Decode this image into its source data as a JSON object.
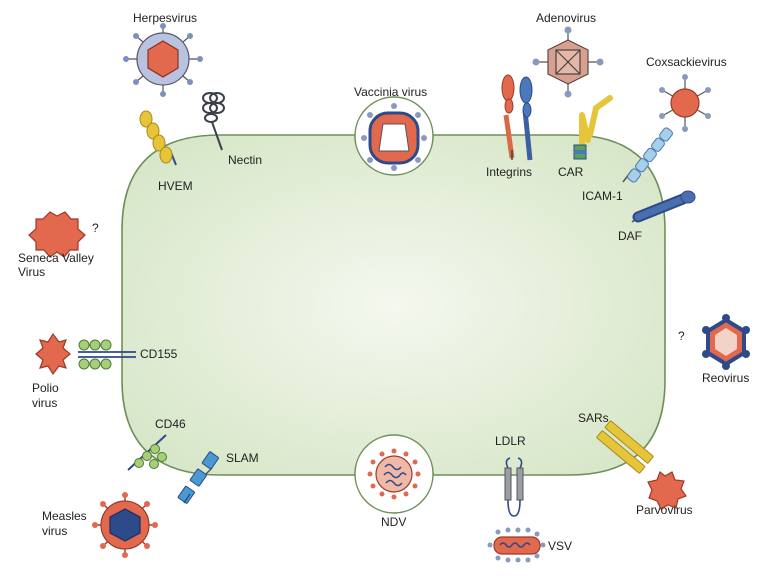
{
  "colors": {
    "cell_fill": "#e6f0dc",
    "cell_stroke": "#6f8f5a",
    "virus_red": "#e2684e",
    "virus_navy": "#2d4a8a",
    "receptor_blue": "#4a78b8",
    "receptor_light": "#a8cfe8",
    "yellow": "#e6c53a",
    "green_ring": "#a7cf78",
    "gray": "#9a9ea4"
  },
  "labels": {
    "herpesvirus": "Herpesvirus",
    "adenovirus": "Adenovirus",
    "coxsackievirus": "Coxsackievirus",
    "vaccinia": "Vaccinia virus",
    "nectin": "Nectin",
    "hvem": "HVEM",
    "integrins": "Integrins",
    "car": "CAR",
    "icam1": "ICAM-1",
    "daf": "DAF",
    "seneca_line1": "Seneca Valley",
    "seneca_line2": "Virus",
    "seneca_question": "?",
    "cd155": "CD155",
    "polio_line1": "Polio",
    "polio_line2": "virus",
    "reovirus": "Reovirus",
    "reovirus_question": "?",
    "cd46": "CD46",
    "slam": "SLAM",
    "ldlr": "LDLR",
    "sars": "SARs",
    "parvovirus": "Parvovirus",
    "measles_line1": "Measles",
    "measles_line2": "virus",
    "ndv": "NDV",
    "vsv": "VSV"
  }
}
